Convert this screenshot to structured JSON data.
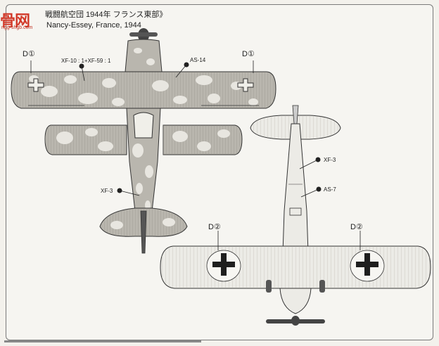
{
  "caption": {
    "line1": "戦闘航空団 1944年 フランス東部》",
    "line2": "Nancy-Essey, France, 1944"
  },
  "logo": {
    "text": "骨网",
    "sub": "ngg-shgb.com"
  },
  "labels": {
    "d1_left": "D①",
    "d1_right": "D①",
    "d2_left": "D②",
    "d2_right": "D②",
    "xf_mix": "XF-10 : 1+XF-59 : 1",
    "as14": "AS-14",
    "xf3_top": "XF-3",
    "xf3_bottom": "XF-3",
    "as7": "AS-7"
  },
  "colors": {
    "camo_base": "#b9b6ae",
    "camo_blob": "#e8e6e0",
    "under_surface": "#ecebe6",
    "outline": "#333333"
  }
}
